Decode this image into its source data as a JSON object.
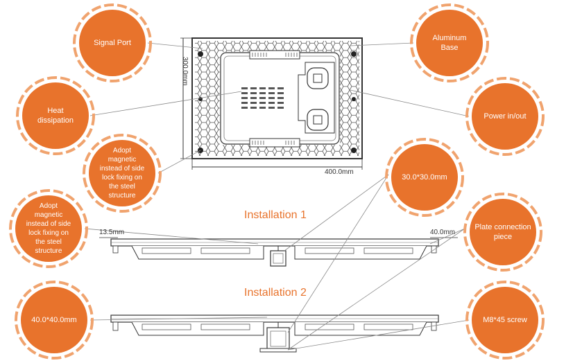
{
  "colors": {
    "accent": "#e8732c",
    "ring": "#f0a36e",
    "line": "#444444",
    "leader": "#999999"
  },
  "callouts": {
    "signal_port": "Signal Port",
    "heat_dissipation": "Heat\ndissipation",
    "magnetic_top": "Adopt\nmagnetic\ninstead of side\nlock fixing on\nthe steel\nstructure",
    "magnetic_left": "Adopt\nmagnetic\ninstead of side\nlock fixing on\nthe steel\nstructure",
    "tube_40": "40.0*40.0mm",
    "aluminum_base": "Aluminum\nBase",
    "power_inout": "Power in/out",
    "tube_30": "30.0*30.0mm",
    "plate_connection": "Plate connection\npiece",
    "screw": "M8*45 screw"
  },
  "dimensions": {
    "height": "300.0mm",
    "width": "400.0mm",
    "gap_left": "13.5mm",
    "gap_right": "40.0mm"
  },
  "titles": {
    "installation_1": "Installation 1",
    "installation_2": "Installation 2"
  }
}
